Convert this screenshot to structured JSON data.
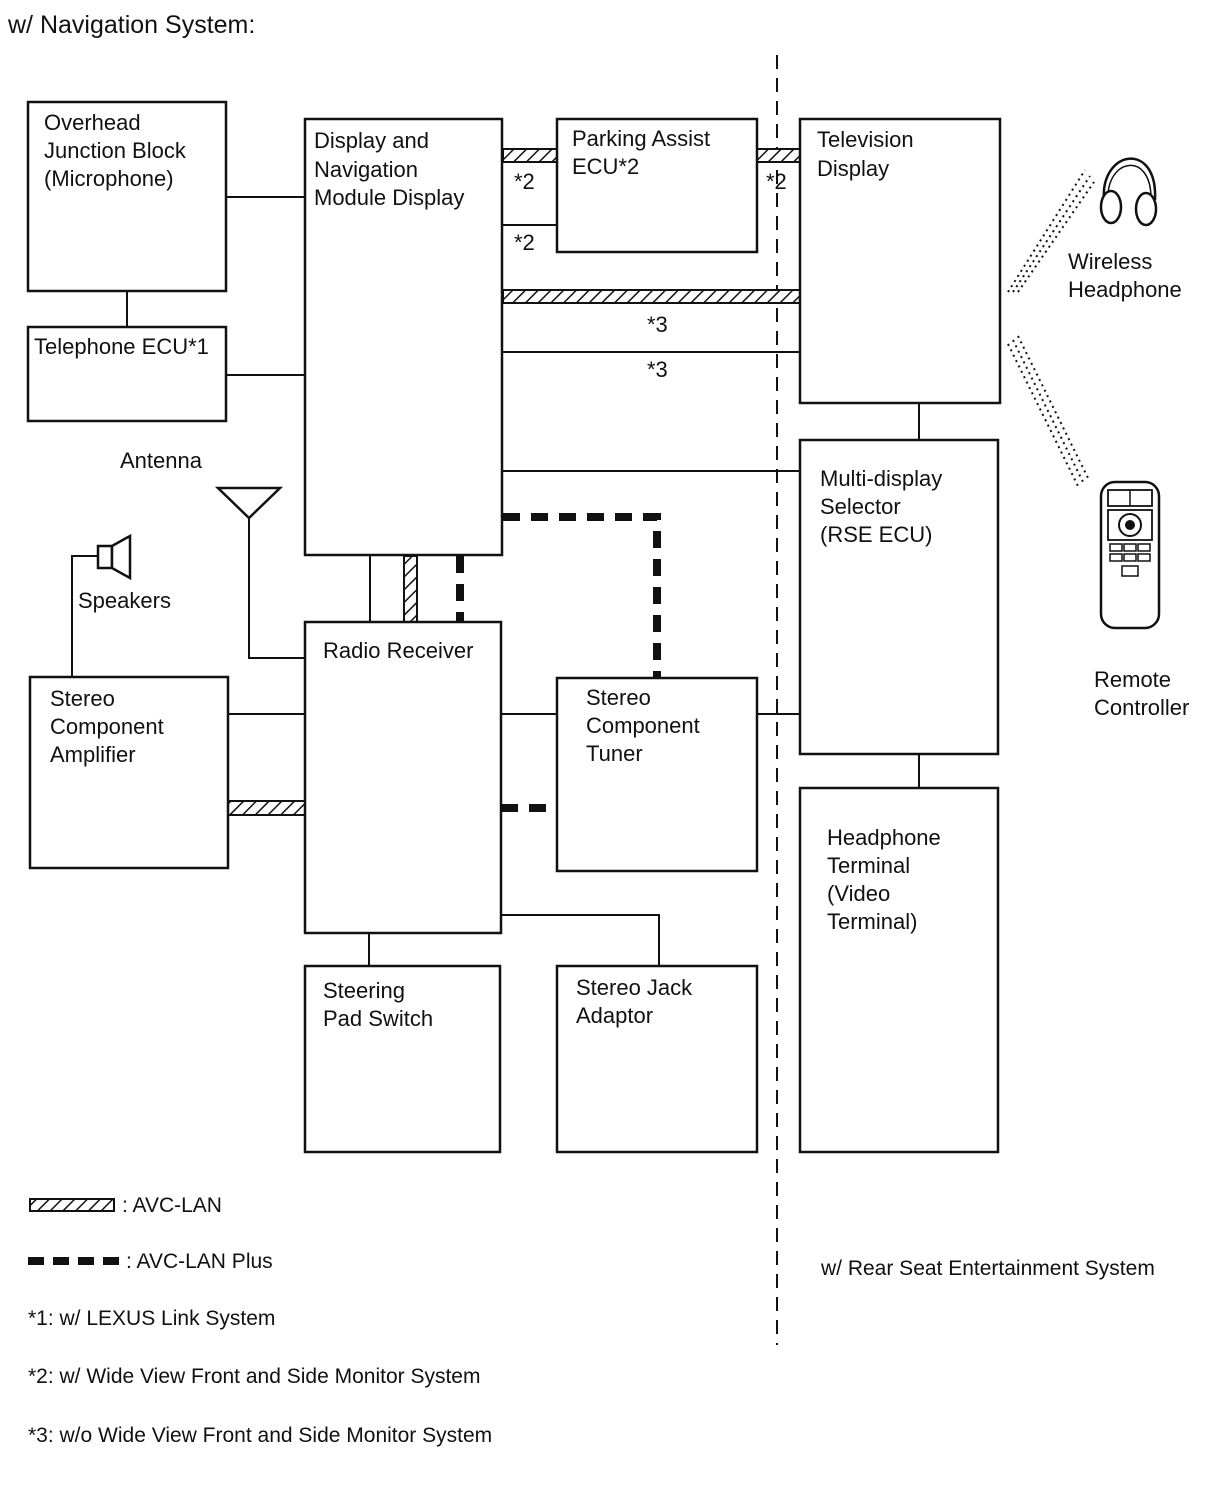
{
  "title": "w/ Navigation System:",
  "components": {
    "overhead": [
      "Overhead",
      "Junction Block",
      "(Microphone)"
    ],
    "telephone": [
      "Telephone ECU*1"
    ],
    "display_nav": [
      "Display and",
      "Navigation",
      "Module Display"
    ],
    "parking": [
      "Parking Assist",
      "ECU*2"
    ],
    "tv": [
      "Television",
      "Display"
    ],
    "multi": [
      "Multi-display",
      "Selector",
      "(RSE ECU)"
    ],
    "radio": [
      "Radio Receiver"
    ],
    "amp": [
      "Stereo",
      "Component",
      "Amplifier"
    ],
    "tuner": [
      "Stereo",
      "Component",
      "Tuner"
    ],
    "steering": [
      "Steering",
      "Pad Switch"
    ],
    "jack": [
      "Stereo Jack",
      "Adaptor"
    ],
    "headphone_terminal": [
      "Headphone",
      "Terminal",
      "(Video",
      "Terminal)"
    ]
  },
  "peripherals": {
    "antenna": "Antenna",
    "speakers": "Speakers",
    "wireless_headphone": [
      "Wireless",
      "Headphone"
    ],
    "remote": [
      "Remote",
      "Controller"
    ]
  },
  "wire_marks": {
    "m2a": "*2",
    "m2b": "*2",
    "m2c": "*2",
    "m3a": "*3",
    "m3b": "*3"
  },
  "legend": {
    "avc_lan": ": AVC-LAN",
    "avc_lan_plus": ": AVC-LAN Plus"
  },
  "notes": [
    "*1: w/ LEXUS Link System",
    "*2: w/ Wide View Front and Side Monitor System",
    "*3: w/o Wide View Front and Side Monitor System"
  ],
  "rse_label": "w/ Rear Seat Entertainment System"
}
